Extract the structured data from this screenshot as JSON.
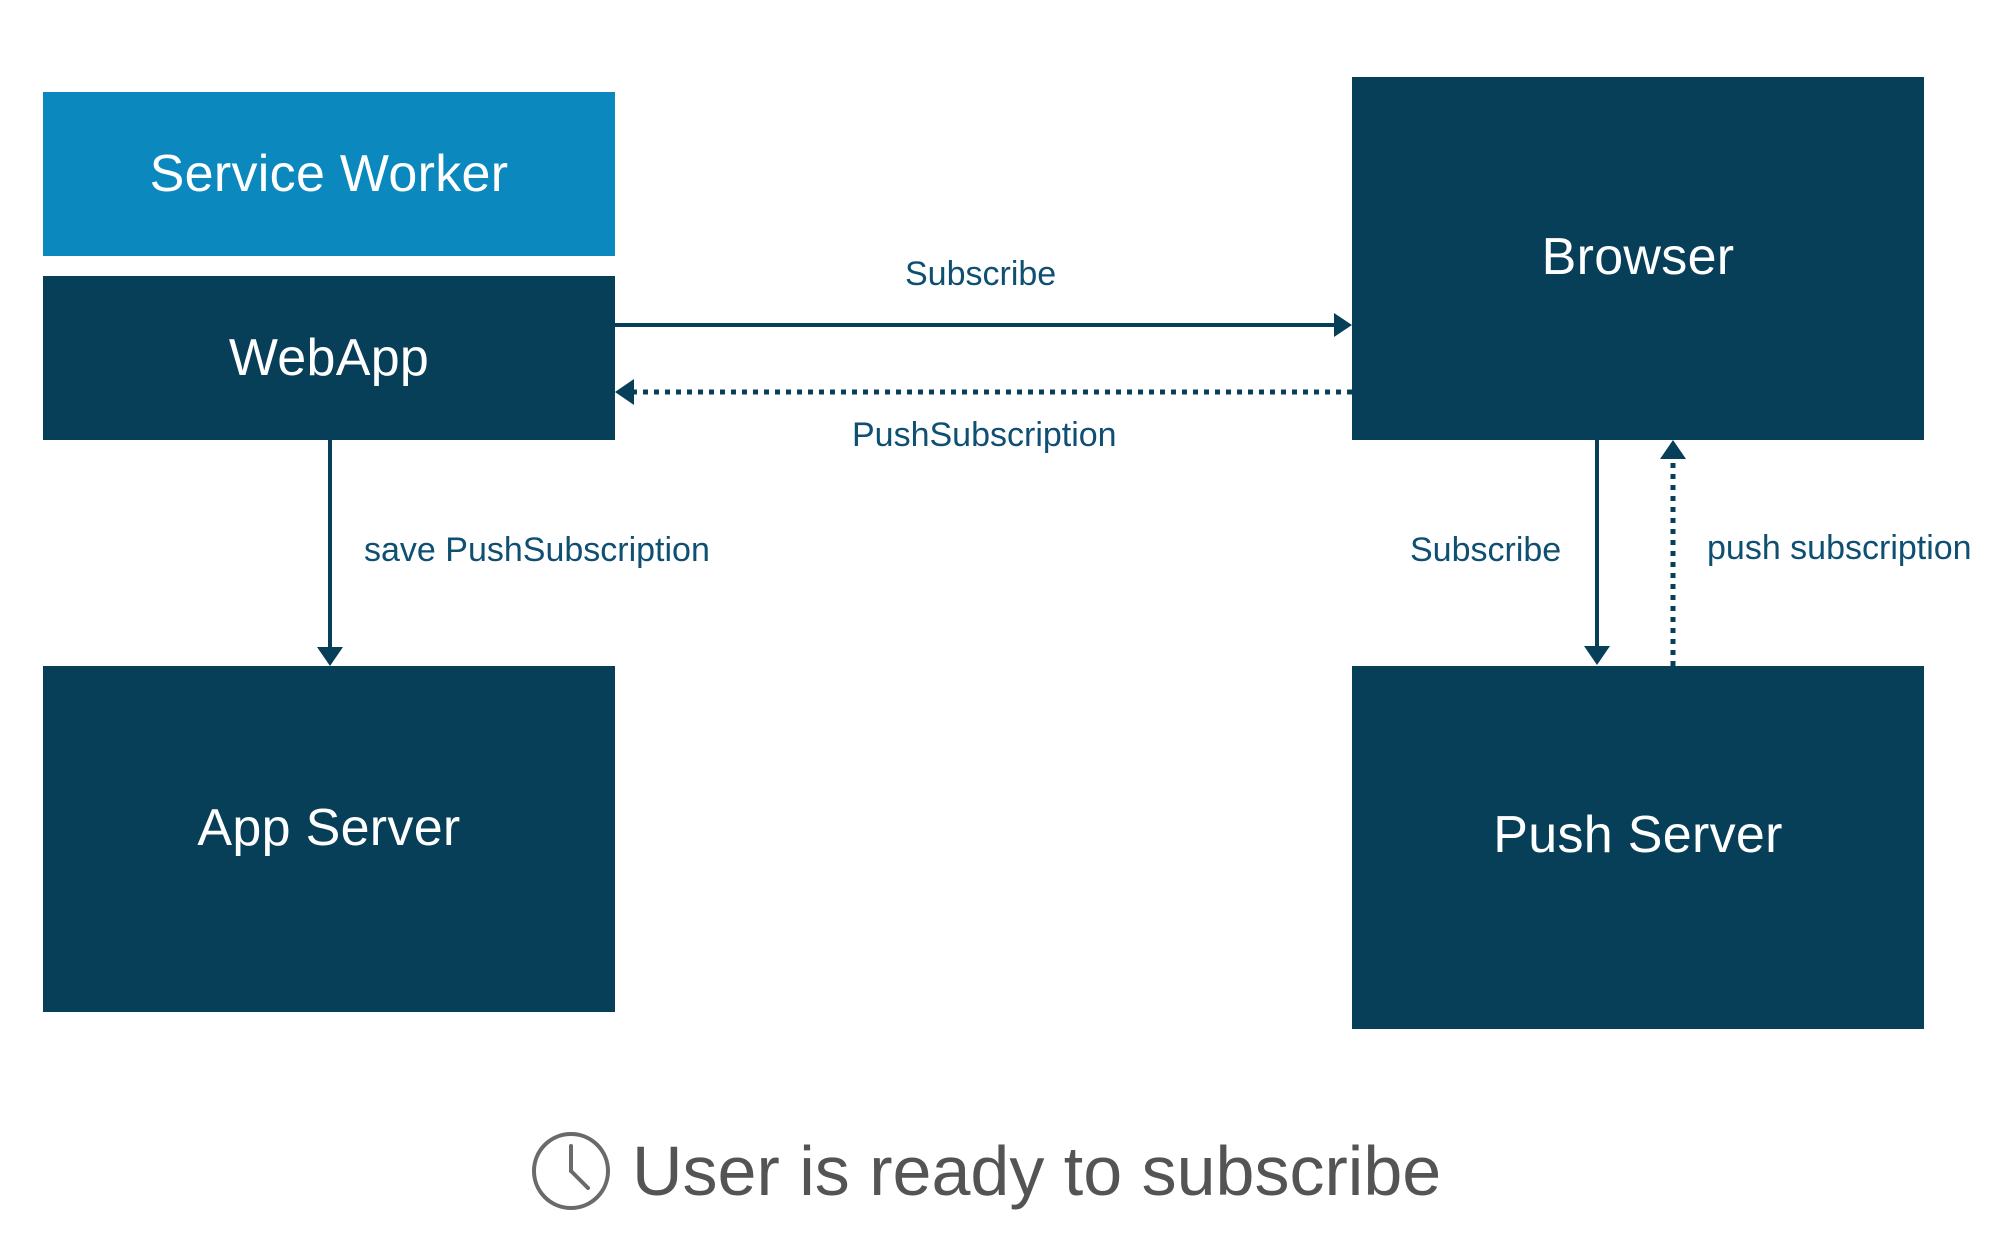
{
  "nodes": {
    "service_worker": "Service Worker",
    "webapp": "WebApp",
    "app_server": "App Server",
    "browser": "Browser",
    "push_server": "Push Server"
  },
  "edges": {
    "webapp_to_browser": "Subscribe",
    "browser_to_webapp": "PushSubscription",
    "webapp_to_app_server": "save PushSubscription",
    "browser_to_push_server": "Subscribe",
    "push_server_to_browser": "push subscription"
  },
  "footer": {
    "icon": "clock-icon",
    "text": "User is ready to subscribe"
  },
  "colors": {
    "service_worker": "#0b88bd",
    "node": "#073f59",
    "edge_label": "#0e4f72",
    "footer_text": "#545454"
  }
}
